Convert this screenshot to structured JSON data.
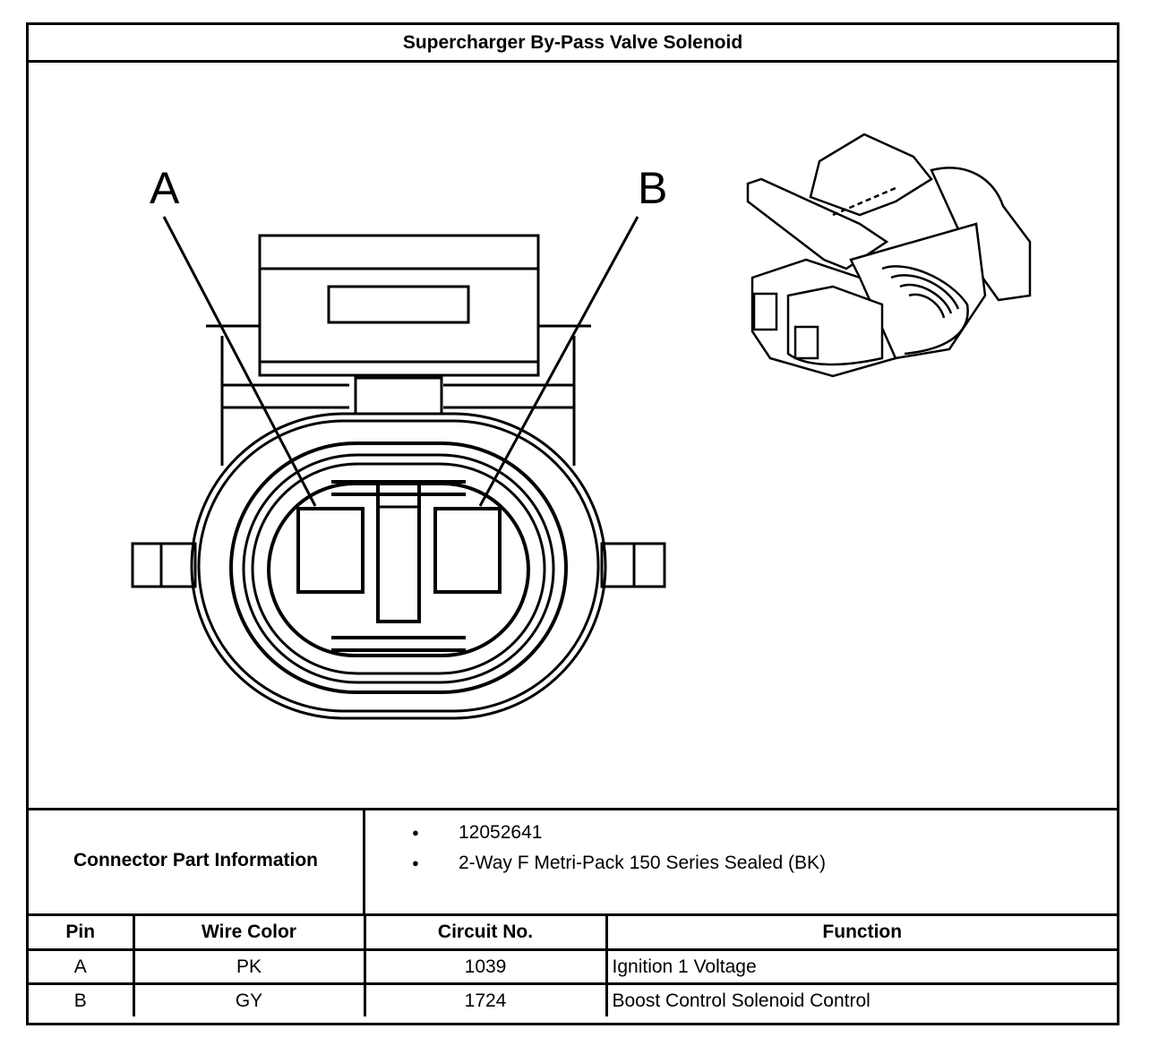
{
  "title": "Supercharger By-Pass Valve Solenoid",
  "diagram": {
    "pin_labels": [
      "A",
      "B"
    ],
    "face_view_icon": "connector-face-view",
    "iso_view_icon": "connector-isometric-view"
  },
  "connector_part_information": {
    "label": "Connector Part Information",
    "items": [
      "12052641",
      "2-Way F Metri-Pack 150 Series Sealed (BK)"
    ]
  },
  "pin_table": {
    "headers": [
      "Pin",
      "Wire Color",
      "Circuit No.",
      "Function"
    ],
    "rows": [
      {
        "pin": "A",
        "wire_color": "PK",
        "circuit_no": "1039",
        "function": "Ignition 1 Voltage"
      },
      {
        "pin": "B",
        "wire_color": "GY",
        "circuit_no": "1724",
        "function": "Boost Control Solenoid Control"
      }
    ]
  }
}
